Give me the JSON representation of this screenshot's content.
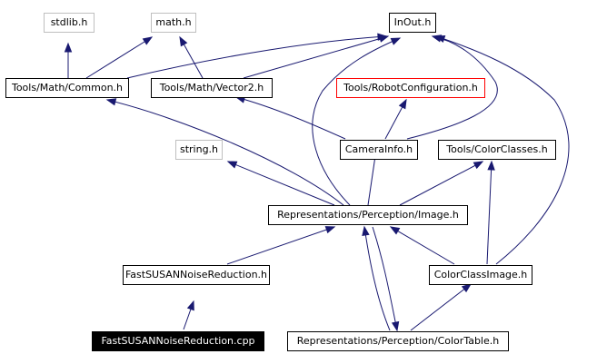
{
  "diagram": {
    "colors": {
      "edge": "#191970",
      "external_border": "#bfbfbf",
      "missing_border": "#ff0000",
      "current_fill": "#000000"
    },
    "nodes": {
      "stdlib": {
        "label": "stdlib.h",
        "kind": "external"
      },
      "math": {
        "label": "math.h",
        "kind": "external"
      },
      "inout": {
        "label": "InOut.h",
        "kind": "normal"
      },
      "common": {
        "label": "Tools/Math/Common.h",
        "kind": "normal"
      },
      "vector2": {
        "label": "Tools/Math/Vector2.h",
        "kind": "normal"
      },
      "robotconfig": {
        "label": "Tools/RobotConfiguration.h",
        "kind": "missing"
      },
      "string": {
        "label": "string.h",
        "kind": "external"
      },
      "camerainfo": {
        "label": "CameraInfo.h",
        "kind": "normal"
      },
      "colorclasses": {
        "label": "Tools/ColorClasses.h",
        "kind": "normal"
      },
      "image": {
        "label": "Representations/Perception/Image.h",
        "kind": "normal"
      },
      "fastsusan_h": {
        "label": "FastSUSANNoiseReduction.h",
        "kind": "normal"
      },
      "colorclassimage": {
        "label": "ColorClassImage.h",
        "kind": "normal"
      },
      "fastsusan_cpp": {
        "label": "FastSUSANNoiseReduction.cpp",
        "kind": "current"
      },
      "colortable": {
        "label": "Representations/Perception/ColorTable.h",
        "kind": "normal"
      }
    },
    "edges": [
      {
        "from": "fastsusan_cpp",
        "to": "fastsusan_h"
      },
      {
        "from": "fastsusan_h",
        "to": "image"
      },
      {
        "from": "image",
        "to": "common"
      },
      {
        "from": "image",
        "to": "string"
      },
      {
        "from": "image",
        "to": "camerainfo"
      },
      {
        "from": "image",
        "to": "colorclasses"
      },
      {
        "from": "image",
        "to": "inout"
      },
      {
        "from": "image",
        "to": "colortable"
      },
      {
        "from": "colortable",
        "to": "image"
      },
      {
        "from": "colortable",
        "to": "colorclassimage"
      },
      {
        "from": "colorclassimage",
        "to": "image"
      },
      {
        "from": "colorclassimage",
        "to": "colorclasses"
      },
      {
        "from": "colorclassimage",
        "to": "inout"
      },
      {
        "from": "camerainfo",
        "to": "robotconfig"
      },
      {
        "from": "camerainfo",
        "to": "vector2"
      },
      {
        "from": "camerainfo",
        "to": "inout"
      },
      {
        "from": "common",
        "to": "stdlib"
      },
      {
        "from": "common",
        "to": "math"
      },
      {
        "from": "vector2",
        "to": "math"
      },
      {
        "from": "vector2",
        "to": "inout"
      },
      {
        "from": "common",
        "to": "inout"
      }
    ]
  }
}
